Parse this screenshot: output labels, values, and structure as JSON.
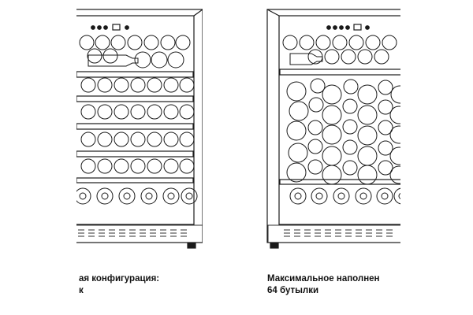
{
  "captions": {
    "left_line1": "ая конфигурация:",
    "left_line2": "к",
    "right_line1": "Максимальное наполнен",
    "right_line2": "64 бутылки"
  },
  "colors": {
    "line": "#1a1a1a",
    "background": "#ffffff"
  },
  "icons": [
    "indicator-dot-icon",
    "display-icon",
    "bottle-icon",
    "foot-icon"
  ]
}
